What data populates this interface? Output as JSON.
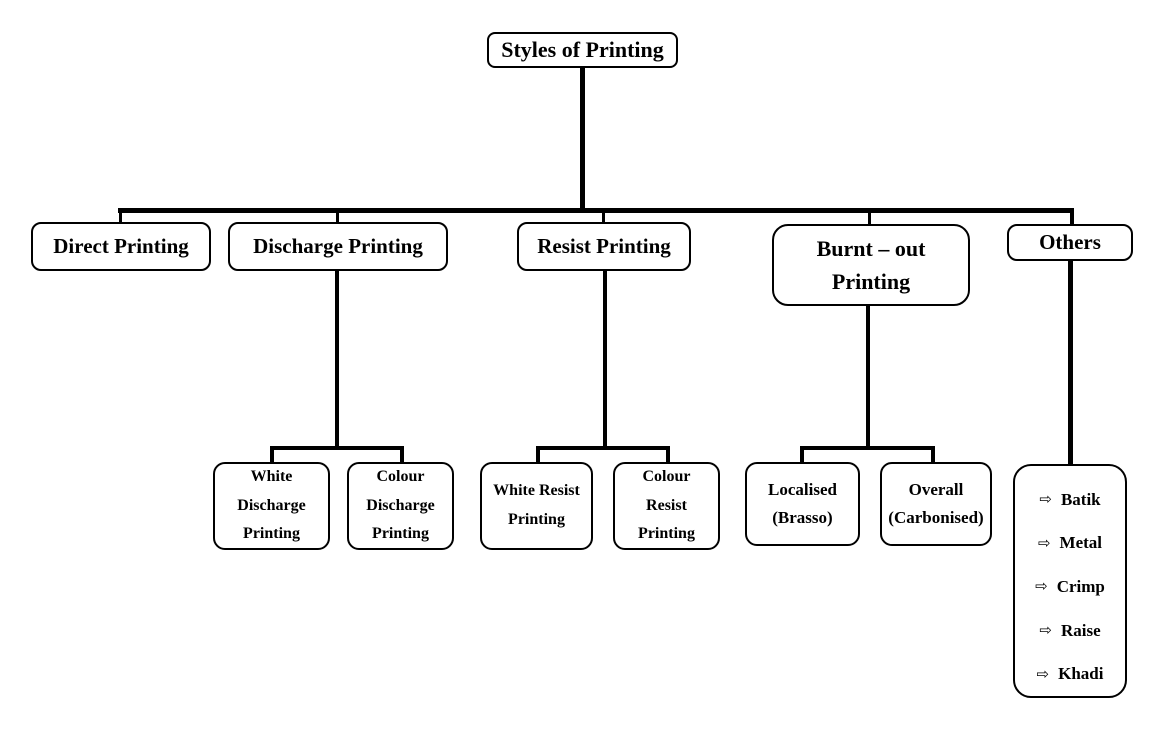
{
  "root": {
    "label": "Styles of Printing"
  },
  "level1": {
    "direct": {
      "label": "Direct Printing"
    },
    "discharge": {
      "label": "Discharge Printing"
    },
    "resist": {
      "label": "Resist Printing"
    },
    "burnt": {
      "label": "Burnt – out Printing"
    },
    "others": {
      "label": "Others"
    }
  },
  "level2": {
    "white_discharge": {
      "label": "White Discharge Printing"
    },
    "colour_discharge": {
      "label": "Colour Discharge Printing"
    },
    "white_resist": {
      "label": "White Resist Printing"
    },
    "colour_resist": {
      "label": "Colour Resist Printing"
    },
    "localised": {
      "label": "Localised (Brasso)"
    },
    "overall": {
      "label": "Overall (Carbonised)"
    }
  },
  "others_items": [
    {
      "label": "Batik"
    },
    {
      "label": "Metal"
    },
    {
      "label": "Crimp"
    },
    {
      "label": "Raise"
    },
    {
      "label": "Khadi"
    }
  ],
  "icons": {
    "arrow": "⇨"
  },
  "colors": {
    "line": "#000000",
    "border": "#000000",
    "background": "#ffffff"
  }
}
